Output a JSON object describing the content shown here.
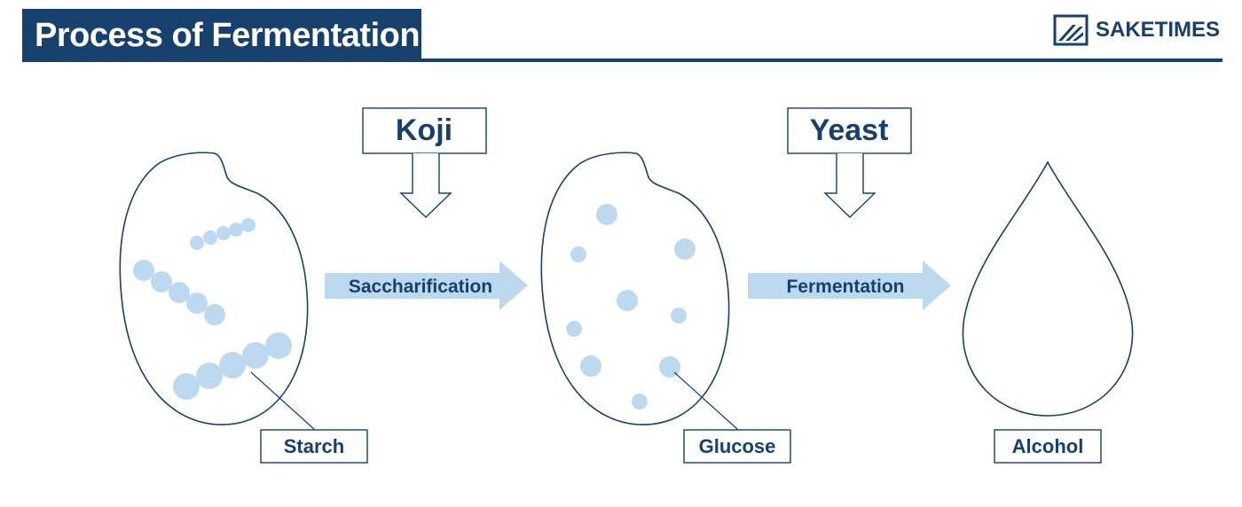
{
  "title": "Process of Fermentation",
  "brand": {
    "name": "SAKETIMES",
    "logo_icon": "saketimes-logo-icon"
  },
  "colors": {
    "navy": "#17406d",
    "light_blue": "#bcd9ef",
    "outline": "#17406d"
  },
  "agents": {
    "koji": "Koji",
    "yeast": "Yeast"
  },
  "processes": {
    "saccharification": "Saccharification",
    "fermentation": "Fermentation"
  },
  "stages": {
    "starch": "Starch",
    "glucose": "Glucose",
    "alcohol": "Alcohol"
  }
}
